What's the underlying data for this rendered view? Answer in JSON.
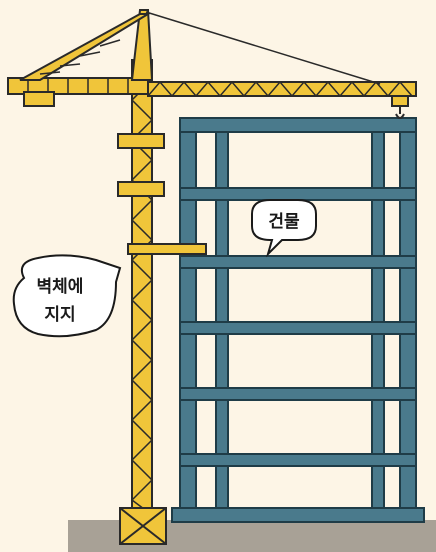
{
  "labels": {
    "building": "건물",
    "support_line1": "벽체에",
    "support_line2": "지지"
  },
  "colors": {
    "background": "#fdf5e6",
    "crane": "#f0c53a",
    "crane_outline": "#2a2a2a",
    "building": "#4a7a8c",
    "building_outline": "#1f3c47",
    "ground": "#a8a196"
  }
}
